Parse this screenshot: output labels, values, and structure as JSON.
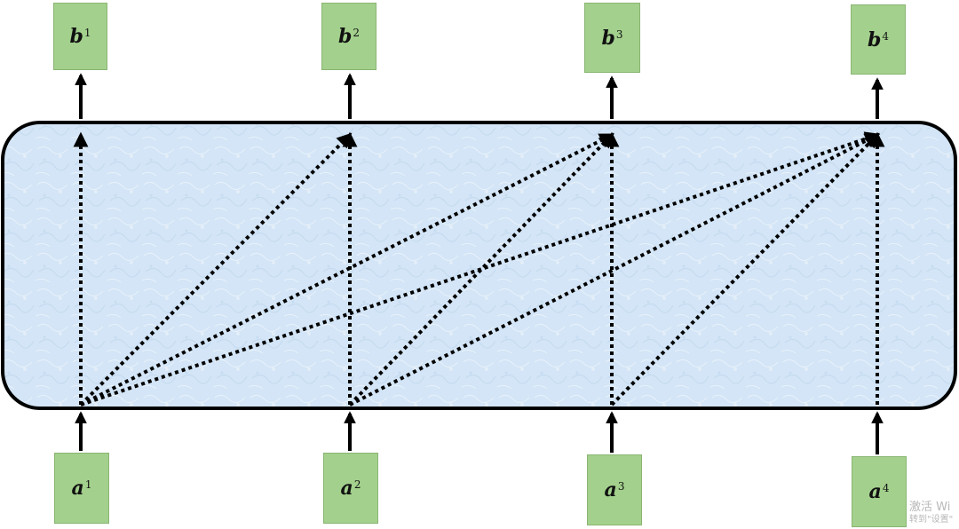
{
  "outputs": [
    {
      "symbol": "b",
      "index": "1"
    },
    {
      "symbol": "b",
      "index": "2"
    },
    {
      "symbol": "b",
      "index": "3"
    },
    {
      "symbol": "b",
      "index": "4"
    }
  ],
  "inputs": [
    {
      "symbol": "a",
      "index": "1"
    },
    {
      "symbol": "a",
      "index": "2"
    },
    {
      "symbol": "a",
      "index": "3"
    },
    {
      "symbol": "a",
      "index": "4"
    }
  ],
  "connections": [
    {
      "from": 1,
      "to": 1
    },
    {
      "from": 1,
      "to": 2
    },
    {
      "from": 1,
      "to": 3
    },
    {
      "from": 1,
      "to": 4
    },
    {
      "from": 2,
      "to": 2
    },
    {
      "from": 2,
      "to": 3
    },
    {
      "from": 2,
      "to": 4
    },
    {
      "from": 3,
      "to": 3
    },
    {
      "from": 3,
      "to": 4
    },
    {
      "from": 4,
      "to": 4
    }
  ],
  "colors": {
    "node_fill": "#a3d18d",
    "node_border": "#8ab573",
    "layer_fill": "#d3e5f6",
    "layer_border": "#000000",
    "arrow": "#000000"
  },
  "watermark": {
    "line1": "激活 Wi",
    "line2": "转到\"设置\""
  }
}
